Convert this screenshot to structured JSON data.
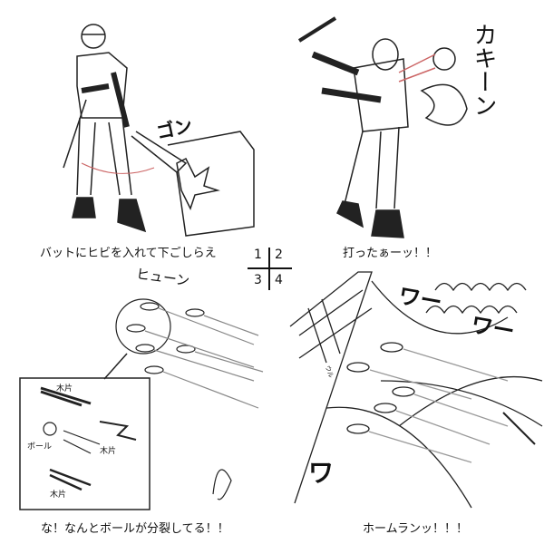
{
  "panels": [
    {
      "number": "1",
      "caption": "バットにヒビを入れて下ごしらえ",
      "sfx": "ゴン"
    },
    {
      "number": "2",
      "caption": "打ったぁーッ！！",
      "sfx": "カキーン"
    },
    {
      "number": "3",
      "caption": "な！なんとボールが分裂してる！！",
      "sfx": "ヒューン",
      "labels": [
        "木片",
        "ボール",
        "木片",
        "木片"
      ]
    },
    {
      "number": "4",
      "caption": "ホームランッ！！！",
      "sfx": [
        "ワー",
        "ワー",
        "ワ"
      ],
      "small_label": "ウル"
    }
  ]
}
